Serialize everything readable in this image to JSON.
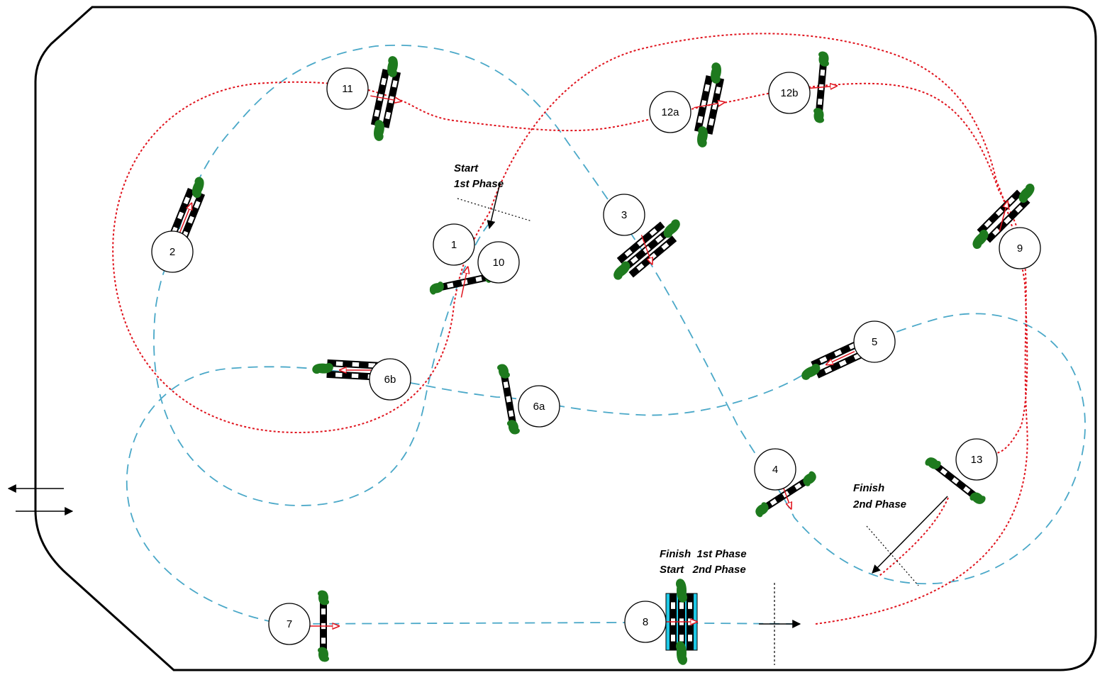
{
  "colors": {
    "first_phase_path": "#4aa8c8",
    "second_phase_path": "#e0141e",
    "arena_border": "#000000",
    "pole_dark": "#000000",
    "pole_light": "#ffffff",
    "shrub": "#1e7a1e",
    "water_fill": "#1ec8e6",
    "direction_arrow": "#e0141e"
  },
  "labels": {
    "start_first_line1": "Start",
    "start_first_line2": "1st Phase",
    "finish_second_line1": "Finish",
    "finish_second_line2": "2nd Phase",
    "finish_first_line1": "Finish  1st Phase",
    "finish_first_line2": "Start   2nd Phase"
  },
  "obstacles": [
    {
      "id": "1",
      "type": "vertical"
    },
    {
      "id": "2",
      "type": "oxer"
    },
    {
      "id": "3",
      "type": "triple-bar"
    },
    {
      "id": "4",
      "type": "vertical"
    },
    {
      "id": "5",
      "type": "oxer"
    },
    {
      "id": "6a",
      "type": "vertical"
    },
    {
      "id": "6b",
      "type": "oxer"
    },
    {
      "id": "7",
      "type": "vertical"
    },
    {
      "id": "8",
      "type": "water-oxer"
    },
    {
      "id": "9",
      "type": "oxer"
    },
    {
      "id": "10",
      "type": "vertical"
    },
    {
      "id": "11",
      "type": "oxer"
    },
    {
      "id": "12a",
      "type": "oxer"
    },
    {
      "id": "12b",
      "type": "vertical"
    },
    {
      "id": "13",
      "type": "vertical"
    }
  ]
}
